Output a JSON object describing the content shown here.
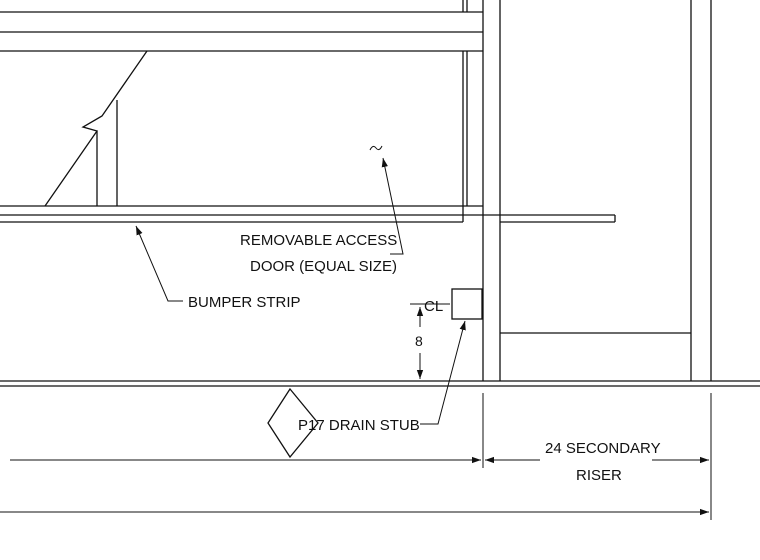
{
  "drawing": {
    "callouts": {
      "access_door_line1": "REMOVABLE ACCESS",
      "access_door_line2": "DOOR (EQUAL SIZE)",
      "bumper_strip": "BUMPER STRIP",
      "drain_stub": "P17 DRAIN STUB",
      "centerline_symbol": "CL"
    },
    "dimensions": {
      "drain_height": "8",
      "riser_line1": "24 SECONDARY",
      "riser_line2": "RISER"
    }
  }
}
